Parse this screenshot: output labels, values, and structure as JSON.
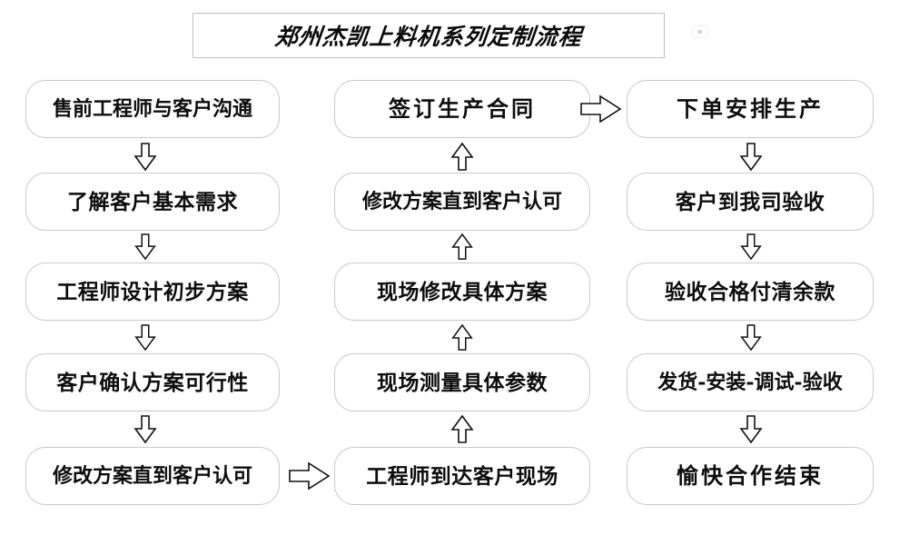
{
  "title": {
    "text": "郑州杰凯上料机系列定制流程"
  },
  "colors": {
    "node_border": "#c8c8c8",
    "node_fill": "#ffffff",
    "arrow_stroke": "#111111",
    "text": "#0d0d0d",
    "title_border": "#c0c0c0",
    "background": "#ffffff"
  },
  "columns": {
    "left": {
      "nodes": [
        {
          "label": "售前工程师与客户沟通"
        },
        {
          "label": "了解客户基本需求"
        },
        {
          "label": "工程师设计初步方案"
        },
        {
          "label": "客户确认方案可行性"
        },
        {
          "label": "修改方案直到客户认可"
        }
      ]
    },
    "middle": {
      "nodes": [
        {
          "label": "签订生产合同"
        },
        {
          "label": "修改方案直到客户认可"
        },
        {
          "label": "现场修改具体方案"
        },
        {
          "label": "现场测量具体参数"
        },
        {
          "label": "工程师到达客户现场"
        }
      ]
    },
    "right": {
      "nodes": [
        {
          "label": "下单安排生产"
        },
        {
          "label": "客户到我司验收"
        },
        {
          "label": "验收合格付清余款"
        },
        {
          "label": "发货-安装-调试-验收"
        },
        {
          "label": "愉快合作结束"
        }
      ]
    }
  },
  "connectors": [
    {
      "name": "left-1-to-2",
      "direction": "down"
    },
    {
      "name": "left-2-to-3",
      "direction": "down"
    },
    {
      "name": "left-3-to-4",
      "direction": "down"
    },
    {
      "name": "left-4-to-5",
      "direction": "down"
    },
    {
      "name": "left-to-middle",
      "direction": "right"
    },
    {
      "name": "middle-5-to-4",
      "direction": "up"
    },
    {
      "name": "middle-4-to-3",
      "direction": "up"
    },
    {
      "name": "middle-3-to-2",
      "direction": "up"
    },
    {
      "name": "middle-2-to-1",
      "direction": "up"
    },
    {
      "name": "middle-to-right",
      "direction": "right"
    },
    {
      "name": "right-1-to-2",
      "direction": "down"
    },
    {
      "name": "right-2-to-3",
      "direction": "down"
    },
    {
      "name": "right-3-to-4",
      "direction": "down"
    },
    {
      "name": "right-4-to-5",
      "direction": "down"
    }
  ]
}
